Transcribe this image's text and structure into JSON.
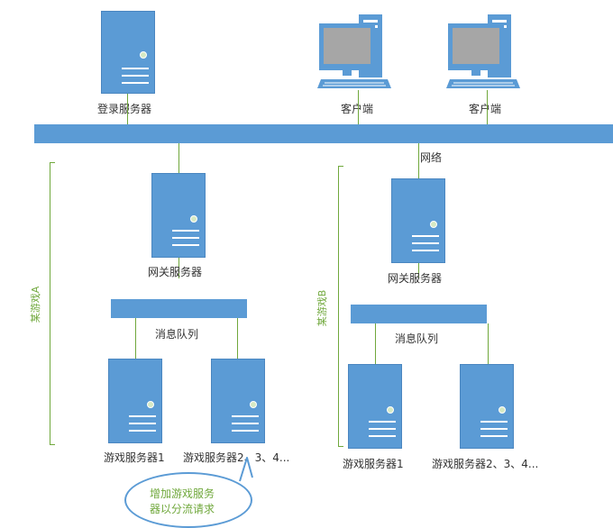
{
  "top": {
    "login_server": "登录服务器",
    "client_1": "客户端",
    "client_2": "客户端",
    "network": "网络"
  },
  "game_a": {
    "side_label": "某游戏A",
    "gateway": "网关服务器",
    "queue": "消息队列",
    "game_server_1": "游戏服务器1",
    "game_server_n": "游戏服务器2、3、4..."
  },
  "game_b": {
    "side_label": "某游戏B",
    "gateway": "网关服务器",
    "queue": "消息队列",
    "game_server_1": "游戏服务器1",
    "game_server_n": "游戏服务器2、3、4..."
  },
  "callout": {
    "line1": "增加游戏服务",
    "line2": "器以分流请求"
  },
  "colors": {
    "device_blue": "#5b9bd5",
    "connector_green": "#70a83c",
    "screen_gray": "#a6a6a6"
  }
}
